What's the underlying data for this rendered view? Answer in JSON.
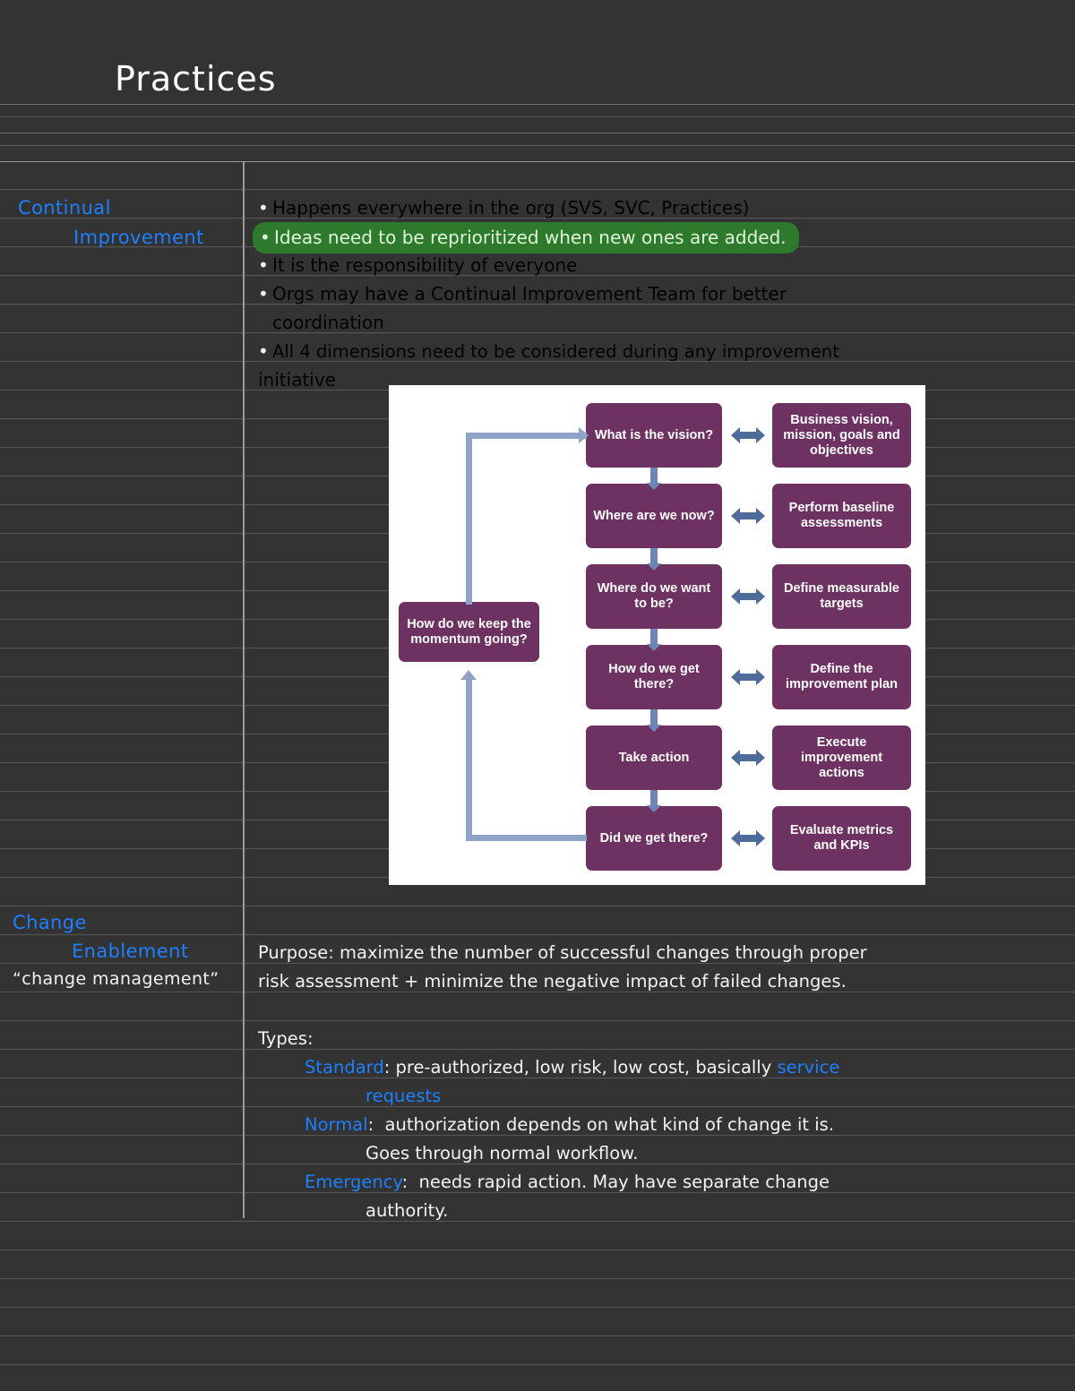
{
  "page": {
    "title": "Practices",
    "background_color": "#333333",
    "rule_color": "#6f6f6f",
    "ink_white": "#f2f2f2",
    "ink_blue": "#1e7fff",
    "highlight_green": "#2d7a2d"
  },
  "sections": [
    {
      "label_line1": "Continual",
      "label_line2": "Improvement",
      "bullets": [
        {
          "text": "Happens everywhere in the org (SVS, SVC, Practices)",
          "highlighted": false
        },
        {
          "text": "Ideas need to be reprioritized when new ones are added.",
          "highlighted": true
        },
        {
          "text": "It is the responsibility of everyone",
          "highlighted": false
        },
        {
          "text": "Orgs may have a Continual Improvement Team for better",
          "highlighted": false
        },
        {
          "text": "coordination",
          "highlighted": false,
          "continuation": true
        },
        {
          "text": "All 4 dimensions need to be considered during any improvement",
          "highlighted": false
        },
        {
          "text": "initiative",
          "highlighted": false,
          "continuation": true
        }
      ]
    },
    {
      "label_line1": "Change",
      "label_line2": "Enablement",
      "label_line3": "“change management”",
      "purpose": [
        "Purpose: maximize the number of successful changes  through  proper",
        "risk assessment + minimize the negative impact of failed changes."
      ],
      "types_heading": "Types:",
      "types": [
        {
          "name": "Standard",
          "lines": [
            {
              "plain": "pre-authorized, low risk, low cost, basically ",
              "accent": "service"
            },
            {
              "accent_only": "requests"
            }
          ]
        },
        {
          "name": "Normal",
          "lines": [
            {
              "plain": "authorization depends on what kind of change it is."
            },
            {
              "plain_indent": "Goes through normal workflow."
            }
          ]
        },
        {
          "name": "Emergency",
          "lines": [
            {
              "plain": "needs rapid action.  May have separate change"
            },
            {
              "plain_indent": "authority."
            }
          ]
        }
      ]
    }
  ],
  "diagram": {
    "name": "continual-improvement-model",
    "box_color": "#6e3262",
    "arrow_color": "#4f6b9c",
    "loop_color": "#8fa3c8",
    "background": "#ffffff",
    "momentum_box": "How do we keep the momentum going?",
    "questions": [
      "What is the vision?",
      "Where are we now?",
      "Where do we want to be?",
      "How do we get there?",
      "Take action",
      "Did we get there?"
    ],
    "answers": [
      "Business vision, mission, goals and objectives",
      "Perform baseline assessments",
      "Define measurable targets",
      "Define the improvement plan",
      "Execute improvement actions",
      "Evaluate metrics and KPIs"
    ]
  }
}
